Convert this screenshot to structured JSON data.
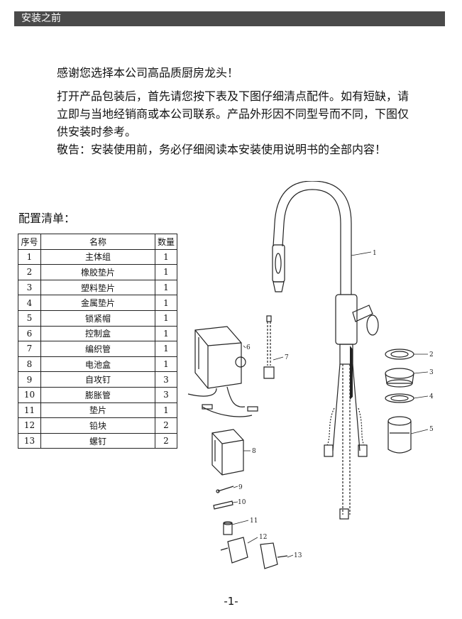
{
  "header": {
    "title": "安装之前"
  },
  "intro": {
    "thanks": "感谢您选择本公司高品质厨房龙头！",
    "line1": "打开产品包装后，首先请您按下表及下图仔细清点配件。如有短缺，请",
    "line2": "立即与当地经销商或本公司联系。产品外形因不同型号而不同，下图仅",
    "line3": "供安装时参考。",
    "notice": "敬告：安装使用前，务必仔细阅读本安装使用说明书的全部内容！"
  },
  "parts_list": {
    "title": "配置清单：",
    "headers": [
      "序号",
      "名称",
      "数量"
    ],
    "rows": [
      [
        "1",
        "主体组",
        "1"
      ],
      [
        "2",
        "橡胶垫片",
        "1"
      ],
      [
        "3",
        "塑料垫片",
        "1"
      ],
      [
        "4",
        "金属垫片",
        "1"
      ],
      [
        "5",
        "锁紧帽",
        "1"
      ],
      [
        "6",
        "控制盒",
        "1"
      ],
      [
        "7",
        "编织管",
        "1"
      ],
      [
        "8",
        "电池盒",
        "1"
      ],
      [
        "9",
        "自攻钉",
        "3"
      ],
      [
        "10",
        "膨胀管",
        "3"
      ],
      [
        "11",
        "垫片",
        "1"
      ],
      [
        "12",
        "铅块",
        "2"
      ],
      [
        "13",
        "螺钉",
        "2"
      ]
    ]
  },
  "diagram": {
    "callouts": [
      "1",
      "2",
      "3",
      "4",
      "5",
      "6",
      "7",
      "8",
      "9",
      "10",
      "11",
      "12",
      "13"
    ]
  },
  "footer": {
    "page": "-1-"
  }
}
